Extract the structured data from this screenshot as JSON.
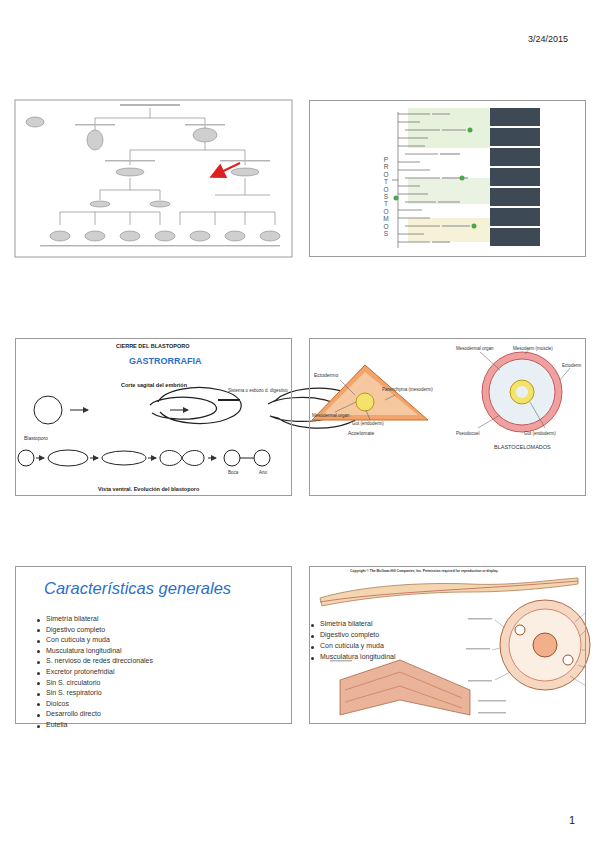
{
  "diagram": {
    "nodes": [
      {
        "text": [
          "PROTOSTOMOS"
        ]
      },
      {
        "text": [
          "CIERRE DEL BLASTOPORO",
          "GASTRORRAFIA",
          "Corte sagital del embrión",
          "Sistema o esbozo d. digestivo",
          "Blastoporo",
          "Boca",
          "Ano",
          "Vista ventral. Evolución del blastoporo"
        ]
      },
      {
        "text": [
          "Ectodermo",
          "Parenchyma (mesoderm)",
          "Mesodermal organ",
          "Gut (endoderm)",
          "Acoelomate",
          "Mesodermal organ",
          "Mesoderm (muscle)",
          "Ectoderm",
          "Pseudocoel",
          "Gut (endoderm)",
          "BLASTOCELOMADOS"
        ]
      },
      {
        "text": [
          "Características generales",
          "Simetría bilateral",
          "Digestivo completo",
          "Con cutícula y muda",
          "Musculatura longitudinal",
          "S. nervioso de redes direccionales",
          "Excretor protonefridial",
          "Sin S. circulatorio",
          "Sin S. respiratorio",
          "Dioicos",
          "Desarrollo directo",
          "Eutelia"
        ]
      },
      {
        "text": [
          "Copyright © The McGraw-Hill Companies, Inc. Permission required for reproduction or display.",
          "Simetría bilateral",
          "Digestivo completo",
          "Con cutícula y muda",
          "Musculatura longitudinal"
        ]
      }
    ],
    "labels": [
      "3/24/2015",
      "1"
    ]
  }
}
